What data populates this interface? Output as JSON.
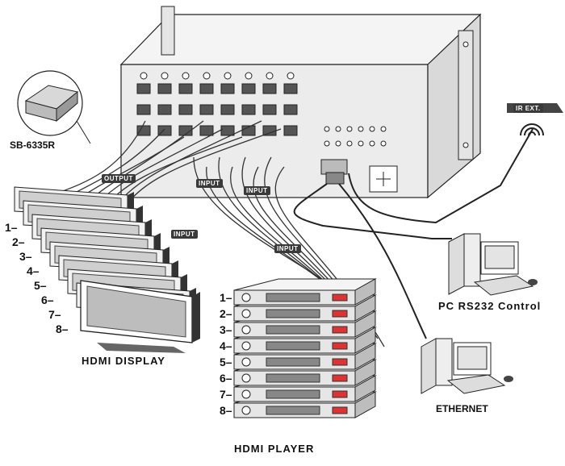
{
  "labels": {
    "sb_model": "SB-6335R",
    "ir_ext": "IR EXT.",
    "pc_control": "PC RS232 Control",
    "ethernet": "ETHERNET",
    "hdmi_display": "HDMI DISPLAY",
    "hdmi_player": "HDMI PLAYER",
    "output_tag": "OUTPUT",
    "input_tag": "INPUT"
  },
  "display_numbers": [
    "1",
    "2",
    "3",
    "4",
    "5",
    "6",
    "7",
    "8"
  ],
  "player_numbers": [
    "1",
    "2",
    "3",
    "4",
    "5",
    "6",
    "7",
    "8"
  ],
  "colors": {
    "line": "#222222",
    "chassis": "#e9e9e9",
    "tag_bg": "#3a3a3a"
  }
}
